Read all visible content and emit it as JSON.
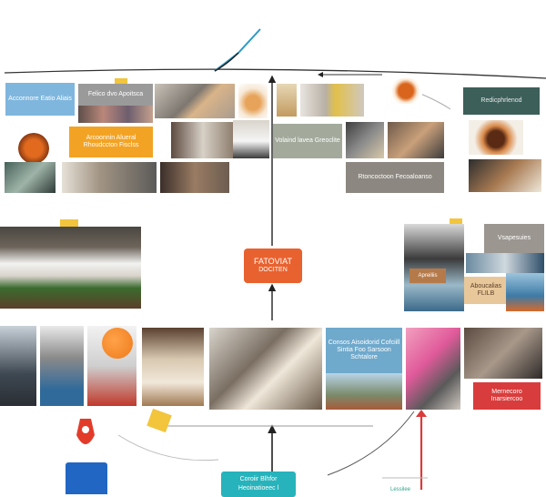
{
  "colors": {
    "hub": "#e8622f",
    "bottom_box": "#27b3bb",
    "accent_blue": "#2a9ac8",
    "accent_red": "#d93c3c",
    "connector": "#222222"
  },
  "top_row": {
    "blue_note": "Acconnore Eatio Aliais",
    "gray_card": "Felico dvo Apoitsca",
    "gray_card_right": "Redicphrlenod"
  },
  "second_row": {
    "orange_card": "Arcoonnin Alueral Rhoudccton Fisclss",
    "mid_card": "Volaind lavea Greoclite",
    "right_card": "Rtoncoctoon Fecoaloanso"
  },
  "hub": {
    "title": "FATOVIAT",
    "subtitle": "DOCITEN"
  },
  "right_cluster": {
    "label_a": "Vsapesuies",
    "label_b": "Apreiliis",
    "label_c": "Aboucalias FLILB"
  },
  "bottom_row": {
    "blue_card": "Consos Aisoidorid Cofciill Sintia Foo Sarsoon Schtalore",
    "red_card": "Mernecoro Inarsiercoo"
  },
  "bottom_box": {
    "line1": "Coroiir Blhfor",
    "line2": "Heoinatioeec l"
  },
  "bottom_right_label": "Lessilee"
}
